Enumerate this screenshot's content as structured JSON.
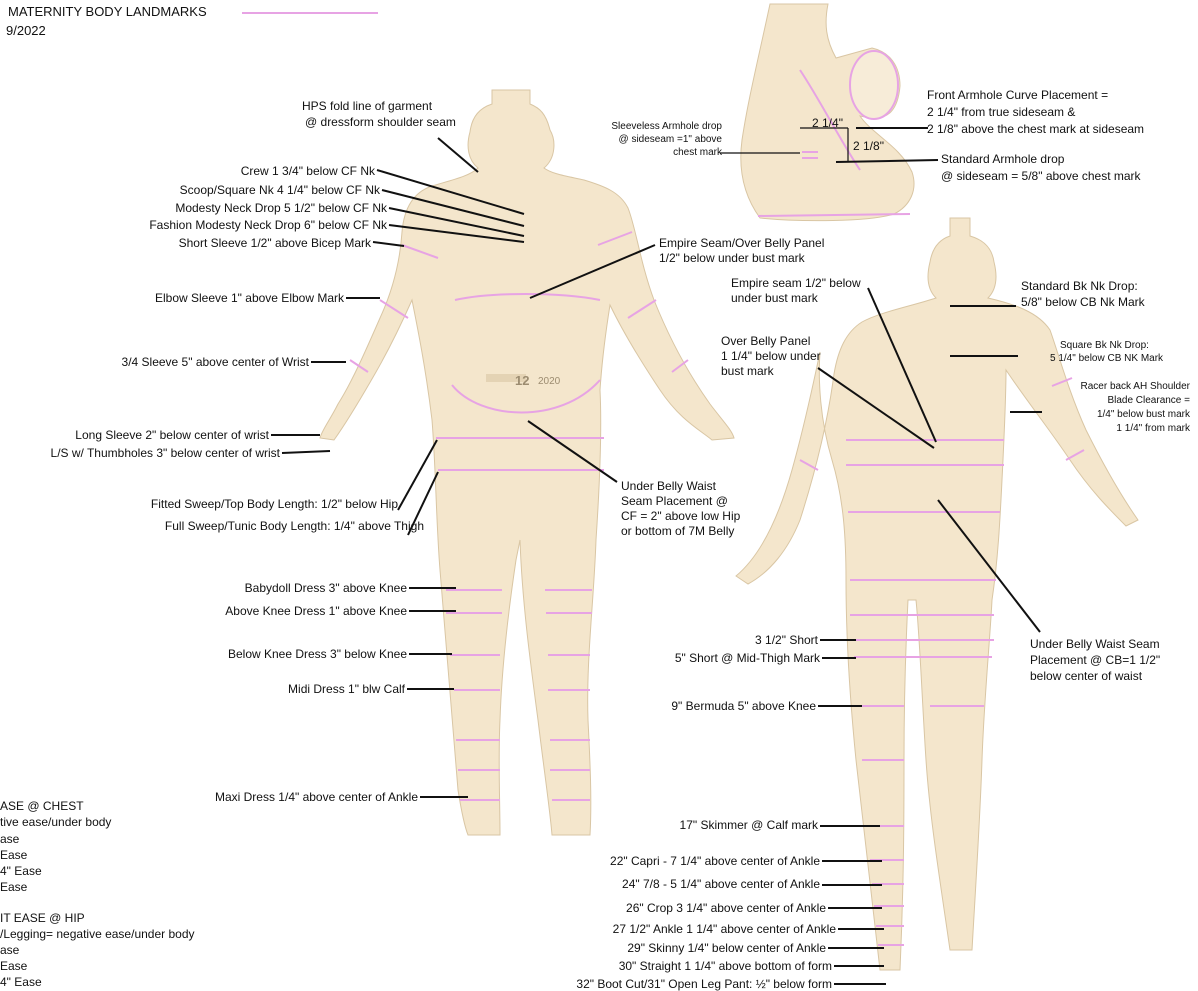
{
  "header": {
    "title": "MATERNITY BODY LANDMARKS",
    "date": "9/2022"
  },
  "front": {
    "hps": [
      "HPS fold line of garment",
      "@ dressform shoulder seam"
    ],
    "crew": "Crew 1 3/4\" below CF Nk",
    "scoop": "Scoop/Square Nk 4 1/4\" below CF Nk",
    "modesty": "Modesty Neck Drop 5 1/2\" below CF Nk",
    "fashion_modesty": "Fashion Modesty Neck Drop 6\" below CF Nk",
    "short_sleeve": "Short Sleeve 1/2\" above Bicep Mark",
    "elbow_sleeve": "Elbow Sleeve 1\" above Elbow Mark",
    "three_quarter_sleeve": "3/4 Sleeve 5\" above center of Wrist",
    "long_sleeve": "Long Sleeve 2\" below  center of wrist",
    "thumbholes": "L/S w/ Thumbholes 3\" below center of  wrist",
    "fitted_sweep": "Fitted Sweep/Top Body Length: 1/2\" below Hip",
    "full_sweep": "Full Sweep/Tunic Body Length: 1/4\" above Thigh",
    "empire": [
      "Empire Seam/Over Belly Panel",
      "1/2\" below under bust mark"
    ],
    "under_belly": [
      "Under Belly Waist",
      "Seam Placement @",
      "CF = 2\" above low Hip",
      "or bottom of 7M Belly"
    ],
    "babydoll": "Babydoll Dress 3\" above Knee",
    "above_knee": "Above Knee Dress 1\" above Knee",
    "below_knee": "Below Knee Dress 3\" below Knee",
    "midi": "Midi Dress 1\" blw Calf",
    "maxi": "Maxi Dress 1/4\" above center of Ankle",
    "form_label_size": "12",
    "form_label_tag": "2020"
  },
  "armhole": {
    "sleeveless": [
      "Sleeveless Armhole drop",
      "@ sideseam =1\" above",
      "chest mark"
    ],
    "front_curve": [
      "Front Armhole Curve Placement =",
      "2 1/4\" from true sideseam &",
      "2 1/8\" above the chest mark at sideseam"
    ],
    "standard_drop": [
      "Standard Armhole drop",
      "@ sideseam = 5/8\" above chest mark"
    ],
    "dim_horizontal": "2 1/4\"",
    "dim_vertical": "2 1/8\""
  },
  "back": {
    "empire": [
      "Empire seam 1/2\" below",
      "under bust mark"
    ],
    "over_belly": [
      "Over Belly Panel",
      "1 1/4\" below under",
      "bust mark"
    ],
    "std_bk_nk": [
      "Standard Bk Nk Drop:",
      "5/8\" below CB Nk Mark"
    ],
    "square_bk_nk": [
      "Square Bk Nk Drop:",
      "5 1/4\" below CB NK Mark"
    ],
    "racer_back": [
      "Racer back AH Shoulder",
      "Blade Clearance =",
      "1/4\" below bust mark",
      "1 1/4\" from mark"
    ],
    "under_belly": [
      "Under Belly Waist Seam",
      "Placement @ CB=1 1/2\"",
      "below center of waist"
    ],
    "short_3_5": "3 1/2\" Short",
    "short_5": "5\" Short @ Mid-Thigh Mark",
    "bermuda": "9\" Bermuda 5\" above Knee",
    "skimmer": "17\" Skimmer @ Calf mark",
    "capri": "22\" Capri - 7 1/4\" above center of Ankle",
    "seven_eighths": "24\" 7/8 - 5 1/4\" above center of Ankle",
    "crop": "26\" Crop 3 1/4\" above center of Ankle",
    "ankle": "27 1/2\" Ankle 1 1/4\" above center of Ankle",
    "skinny": "29\" Skinny 1/4\" below center of Ankle",
    "straight": "30\" Straight 1 1/4\" above bottom of form",
    "boot_cut": "32\" Boot Cut/31\" Open Leg Pant: ½\" below form"
  },
  "legend": {
    "chest_title": "ASE @ CHEST",
    "chest_items": [
      "tive ease/under body",
      "ase",
      "Ease",
      "4\" Ease",
      "Ease"
    ],
    "hip_title": "IT EASE @ HIP",
    "hip_items": [
      "/Legging= negative ease/under body",
      "ase",
      "Ease",
      "4\" Ease"
    ]
  },
  "colors": {
    "form": "#f4e6cc",
    "seam": "#e7a3e4",
    "leader": "#111111"
  }
}
